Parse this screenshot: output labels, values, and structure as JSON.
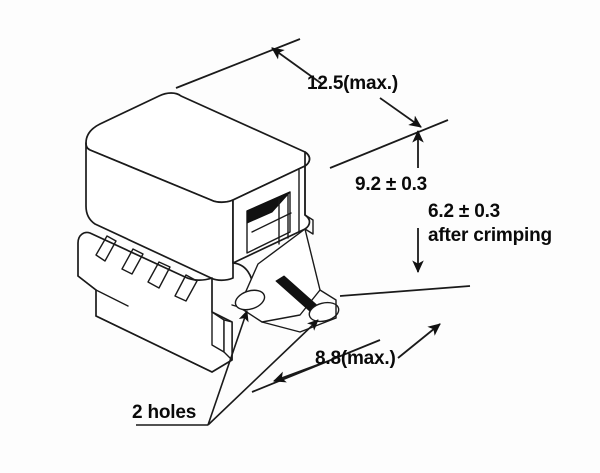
{
  "drawing": {
    "title": "Connector housing dimensional drawing",
    "units": "mm",
    "view": "isometric",
    "part": "crimp connector cover / housing",
    "background_color": "#fdfdfd",
    "line_color": "#1a1a1a",
    "fill_color": "#ffffff",
    "solid_color": "#111111"
  },
  "dimensions": {
    "length": {
      "label": "12.5(max.)",
      "value": 12.5,
      "qualifier": "max.",
      "axis": "length"
    },
    "height_total": {
      "label": "9.2 ± 0.3",
      "value": 9.2,
      "tolerance": 0.3,
      "axis": "height"
    },
    "height_after_crimping": {
      "label": "6.2 ± 0.3",
      "label_line2": "after crimping",
      "value": 6.2,
      "tolerance": 0.3,
      "note": "after crimping",
      "axis": "height"
    },
    "width": {
      "label": "8.8(max.)",
      "value": 8.8,
      "qualifier": "max.",
      "axis": "width"
    }
  },
  "callouts": {
    "holes": {
      "label": "2 holes",
      "count": 2,
      "leader_targets": 2
    }
  }
}
